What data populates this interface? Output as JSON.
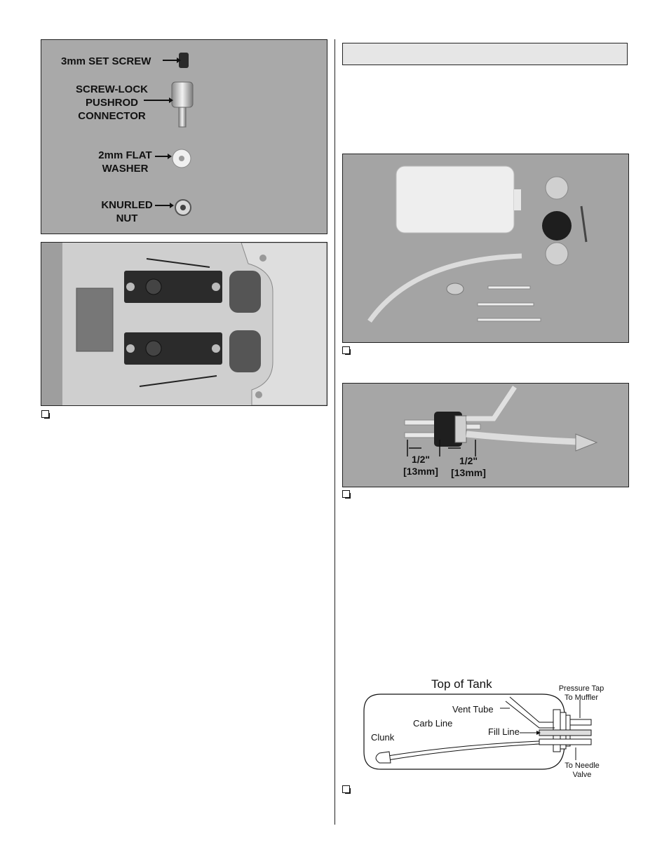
{
  "photo1": {
    "labels": {
      "set_screw": "3mm SET SCREW",
      "connector": [
        "SCREW-LOCK",
        "PUSHROD",
        "CONNECTOR"
      ],
      "washer": [
        "2mm FLAT",
        "WASHER"
      ],
      "nut": [
        "KNURLED",
        "NUT"
      ]
    }
  },
  "photo4": {
    "dim_left": [
      "1/2\"",
      "[13mm]"
    ],
    "dim_right": [
      "1/2\"",
      "[13mm]"
    ]
  },
  "diagram": {
    "title": "Top of Tank",
    "labels": {
      "vent_tube": "Vent Tube",
      "carb_line": "Carb Line",
      "fill_line": "Fill Line",
      "clunk": "Clunk",
      "pressure_tap": [
        "Pressure Tap",
        "To Muffler"
      ],
      "needle_valve": [
        "To Needle",
        "Valve"
      ]
    }
  },
  "colors": {
    "photo_bg": "#a8a8a8",
    "section_bar": "#e6e6e6"
  }
}
